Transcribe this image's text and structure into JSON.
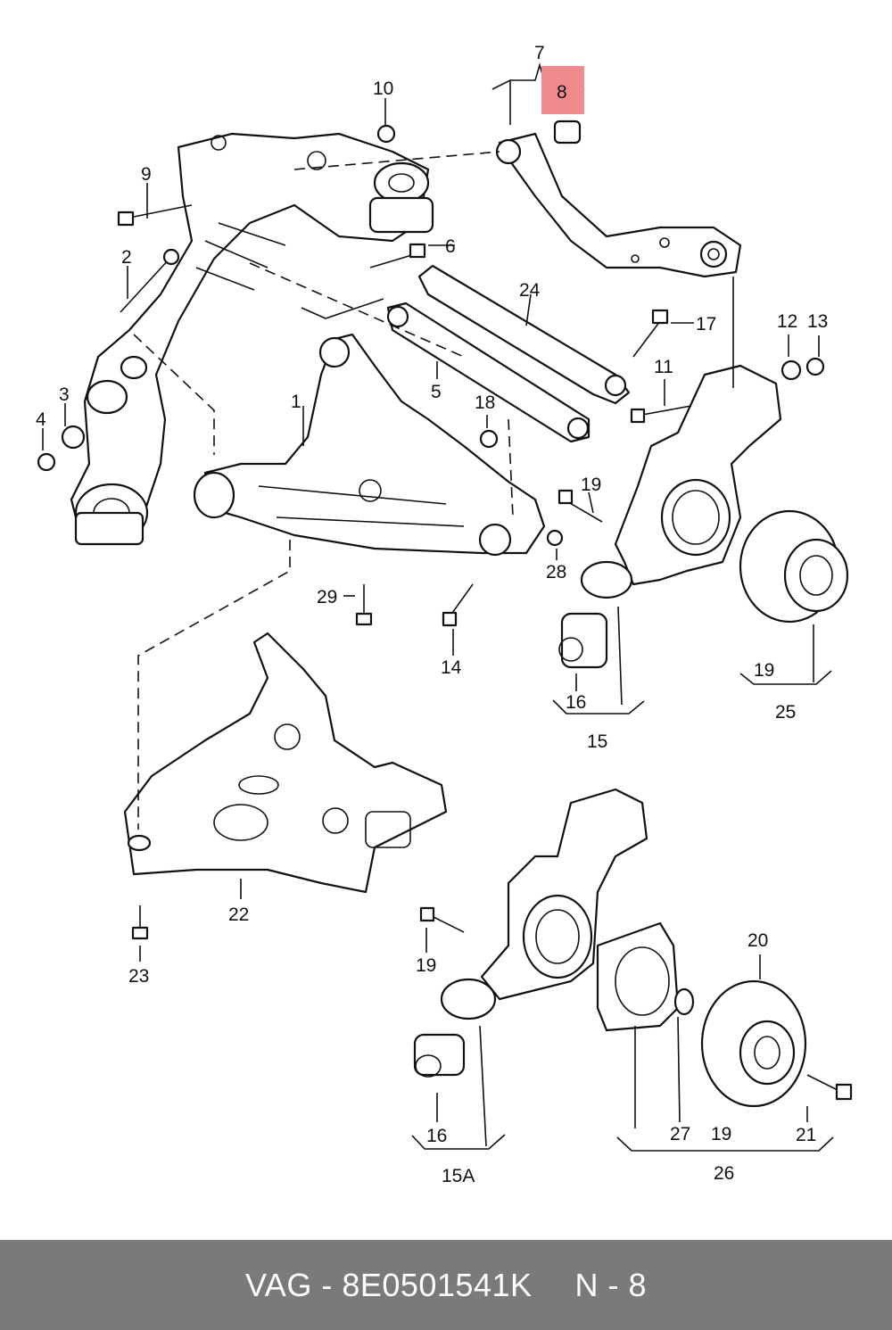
{
  "labels": {
    "l1": "1",
    "l2": "2",
    "l3": "3",
    "l4": "4",
    "l5": "5",
    "l6": "6",
    "l7": "7",
    "l8": "8",
    "l9": "9",
    "l10": "10",
    "l11": "11",
    "l12": "12",
    "l13": "13",
    "l14": "14",
    "l15": "15",
    "l15a": "15A",
    "l16a": "16",
    "l16b": "16",
    "l17": "17",
    "l18": "18",
    "l19a": "19",
    "l19b": "19",
    "l19c": "19",
    "l19d": "19",
    "l20": "20",
    "l21": "21",
    "l22": "22",
    "l23": "23",
    "l24": "24",
    "l25": "25",
    "l26": "26",
    "l27": "27",
    "l28": "28",
    "l29": "29"
  },
  "highlight": {
    "part": "8",
    "color": "#f08a8f"
  },
  "footer": {
    "brand_part": "VAG - 8E0501541K",
    "page": "N - 8"
  }
}
